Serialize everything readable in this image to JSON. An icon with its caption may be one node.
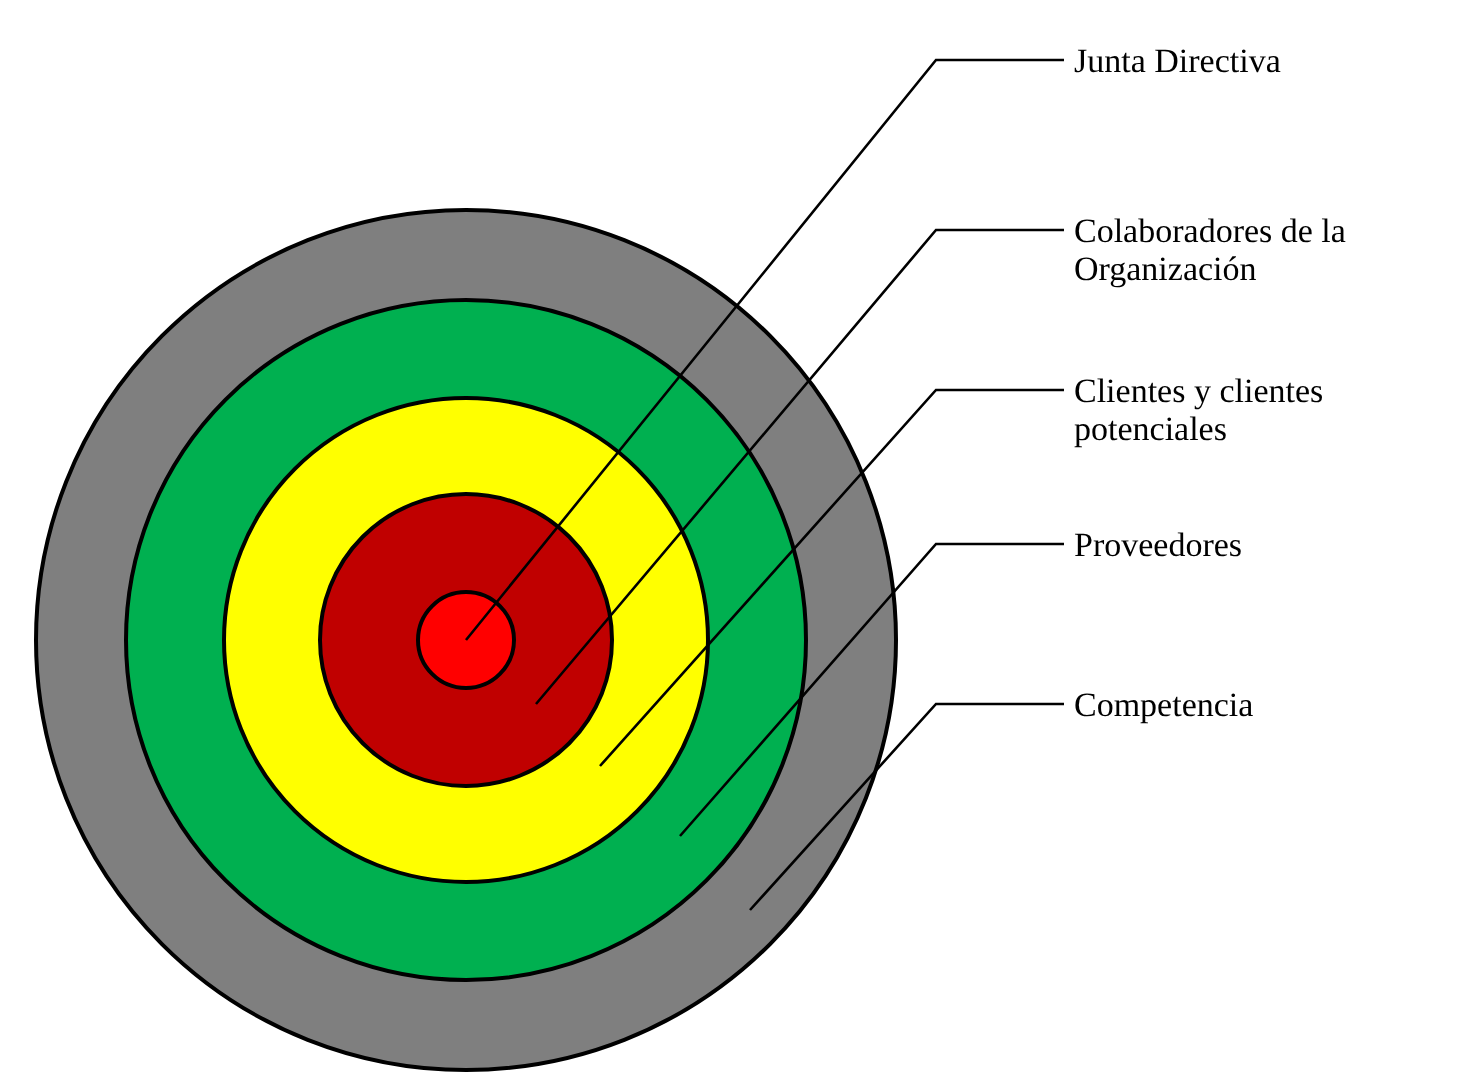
{
  "diagram": {
    "nodes": [
      {
        "text": [],
        "shape": "circle"
      },
      {
        "text": [],
        "shape": "circle",
        "in": 0
      },
      {
        "text": [],
        "shape": "circle",
        "in": 1
      },
      {
        "text": [],
        "shape": "circle",
        "in": 2
      },
      {
        "text": [],
        "shape": "circle",
        "in": 3
      },
      {
        "text": [
          "Junta Directiva"
        ]
      },
      {
        "text": [
          "Colaboradores de la Organización"
        ]
      },
      {
        "text": [
          "Clientes y clientes potenciales"
        ]
      },
      {
        "text": [
          "Proveedores"
        ]
      },
      {
        "text": [
          "Competencia"
        ]
      }
    ],
    "edges": [
      {
        "from": 5,
        "to": 4,
        "arrow": "none"
      },
      {
        "from": 6,
        "to": 3,
        "arrow": "none"
      },
      {
        "from": 7,
        "to": 2,
        "arrow": "none"
      },
      {
        "from": 8,
        "to": 1,
        "arrow": "none"
      },
      {
        "from": 9,
        "to": 0,
        "arrow": "none"
      }
    ]
  }
}
